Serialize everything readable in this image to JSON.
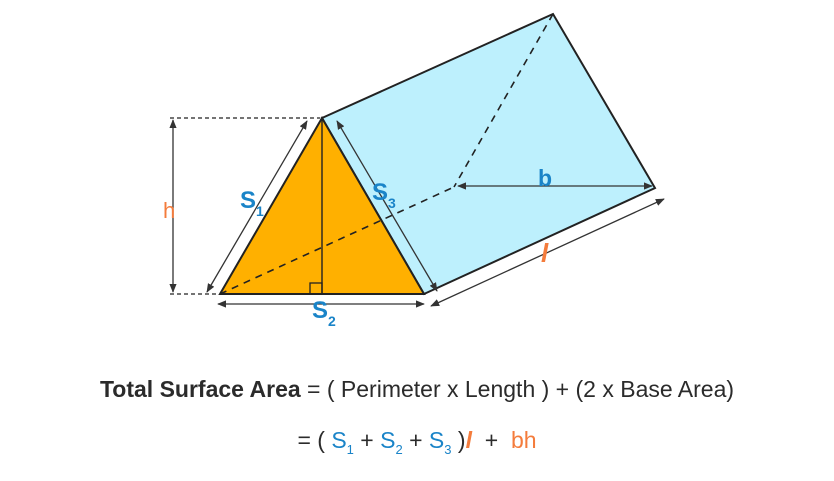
{
  "labels": {
    "h": "h",
    "s1": "S",
    "s1_sub": "1",
    "s2": "S",
    "s2_sub": "2",
    "s3": "S",
    "s3_sub": "3",
    "b": "b",
    "l": "l"
  },
  "formula": {
    "title": "Total Surface Area",
    "line1_rest": " = ( Perimeter x Length ) + (2 x Base Area)",
    "line2_prefix": "= ( ",
    "s": "S",
    "sub1": "1",
    "sub2": "2",
    "sub3": "3",
    "plus": " + ",
    "close": " )",
    "l": "l",
    "plus2": "  +  ",
    "bh": "bh"
  },
  "colors": {
    "triangle_fill": "#ffb000",
    "face_fill": "#bdf0fd",
    "label_blue": "#1a84c8",
    "label_orange": "#f47c3c"
  }
}
